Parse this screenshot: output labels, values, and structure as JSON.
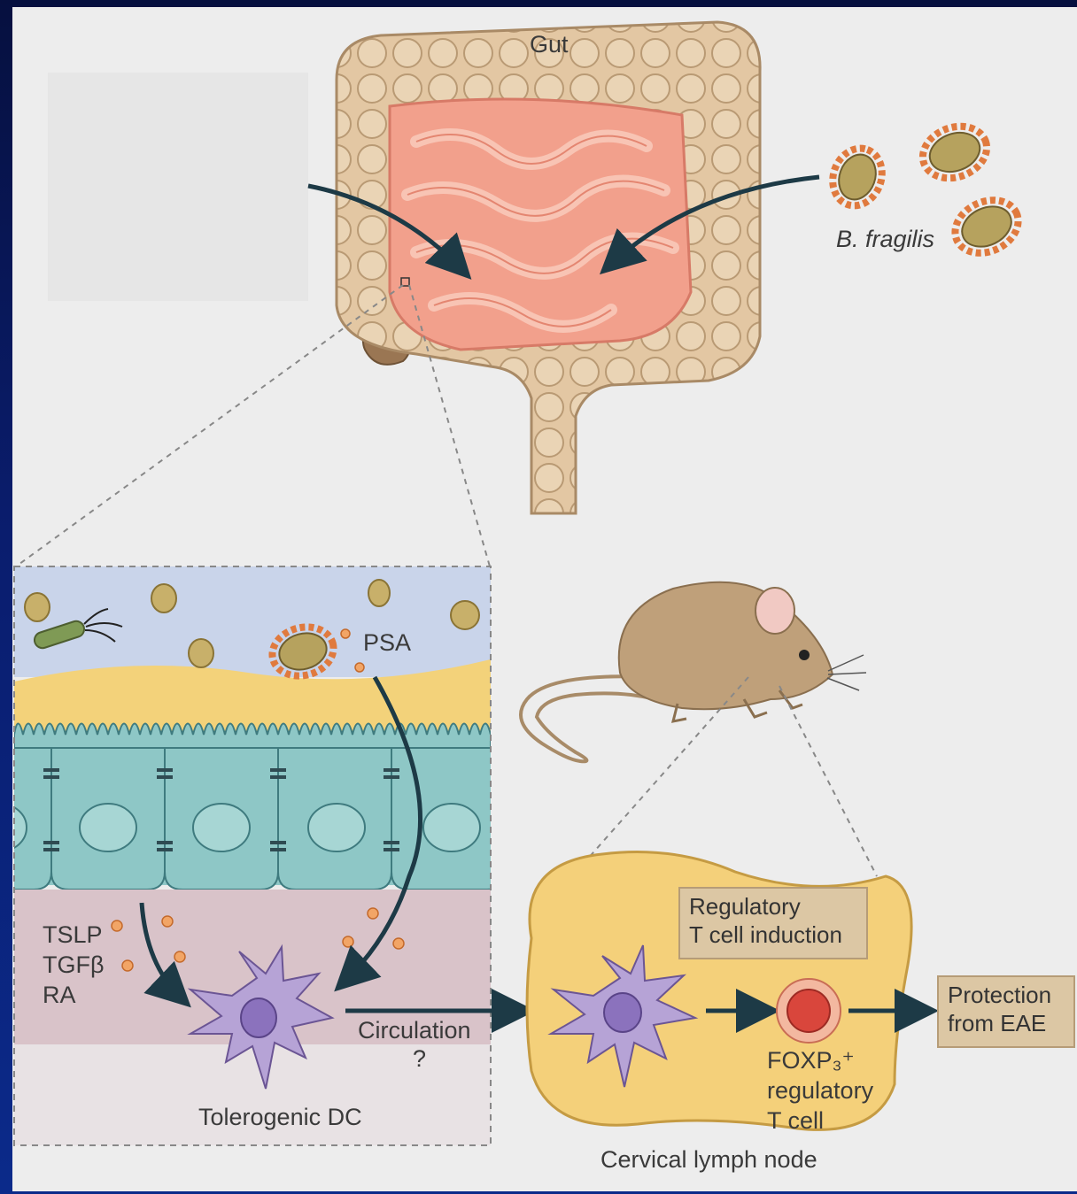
{
  "labels": {
    "gut": "Gut",
    "bacteria": "B. fragilis",
    "psa": "PSA",
    "factors": [
      "TSLP",
      "TGFβ",
      "RA"
    ],
    "dc": "Tolerogenic DC",
    "circulation": "Circulation",
    "circulation_q": "?",
    "node": "Cervical lymph node",
    "treg_line1": "FOXP₃⁺",
    "treg_line2": "regulatory",
    "treg_line3": "T cell"
  },
  "boxes": {
    "induction_line1": "Regulatory",
    "induction_line2": "T cell induction",
    "protection_line1": "Protection",
    "protection_line2": "from EAE"
  },
  "colors": {
    "background_frame": "#0b1a5e",
    "panel": "#ededed",
    "colon": "#e3c7a3",
    "small_intestine": "#f2a08c",
    "lumen": "#c9d4ea",
    "mucus": "#f3d27a",
    "epithelium": "#8ec7c6",
    "lamina_propria": "#d9c3c9",
    "lymph_node": "#f4d07a",
    "dendritic_cell": "#b6a3d6",
    "treg": "#d9463c",
    "arrow": "#1d3a46"
  }
}
